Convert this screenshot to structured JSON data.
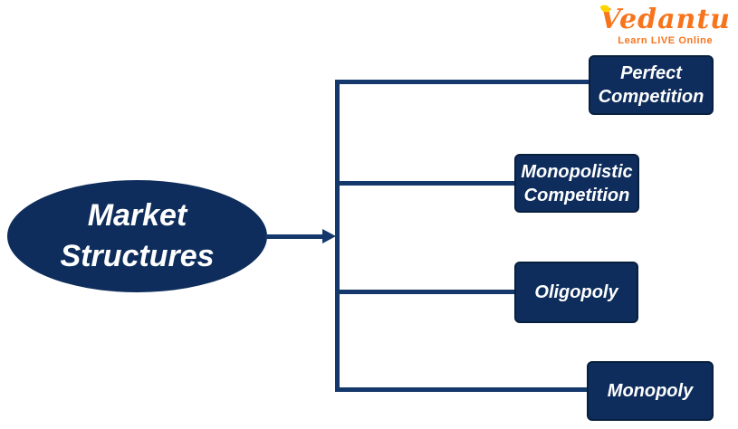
{
  "colors": {
    "background": "#ffffff",
    "navy": "#0e2d5c",
    "line": "#14386b",
    "box_border": "#08203f",
    "text": "#ffffff",
    "brand_orange": "#f7741d",
    "leaf_yellow": "#ffd400"
  },
  "logo": {
    "brand": "Vedantu",
    "tagline": "Learn LIVE Online"
  },
  "diagram": {
    "root": {
      "label": "Market Structures"
    },
    "nodes": [
      {
        "label": "Perfect Competition"
      },
      {
        "label": "Monopolistic Competition"
      },
      {
        "label": "Oligopoly"
      },
      {
        "label": "Monopoly"
      }
    ]
  }
}
